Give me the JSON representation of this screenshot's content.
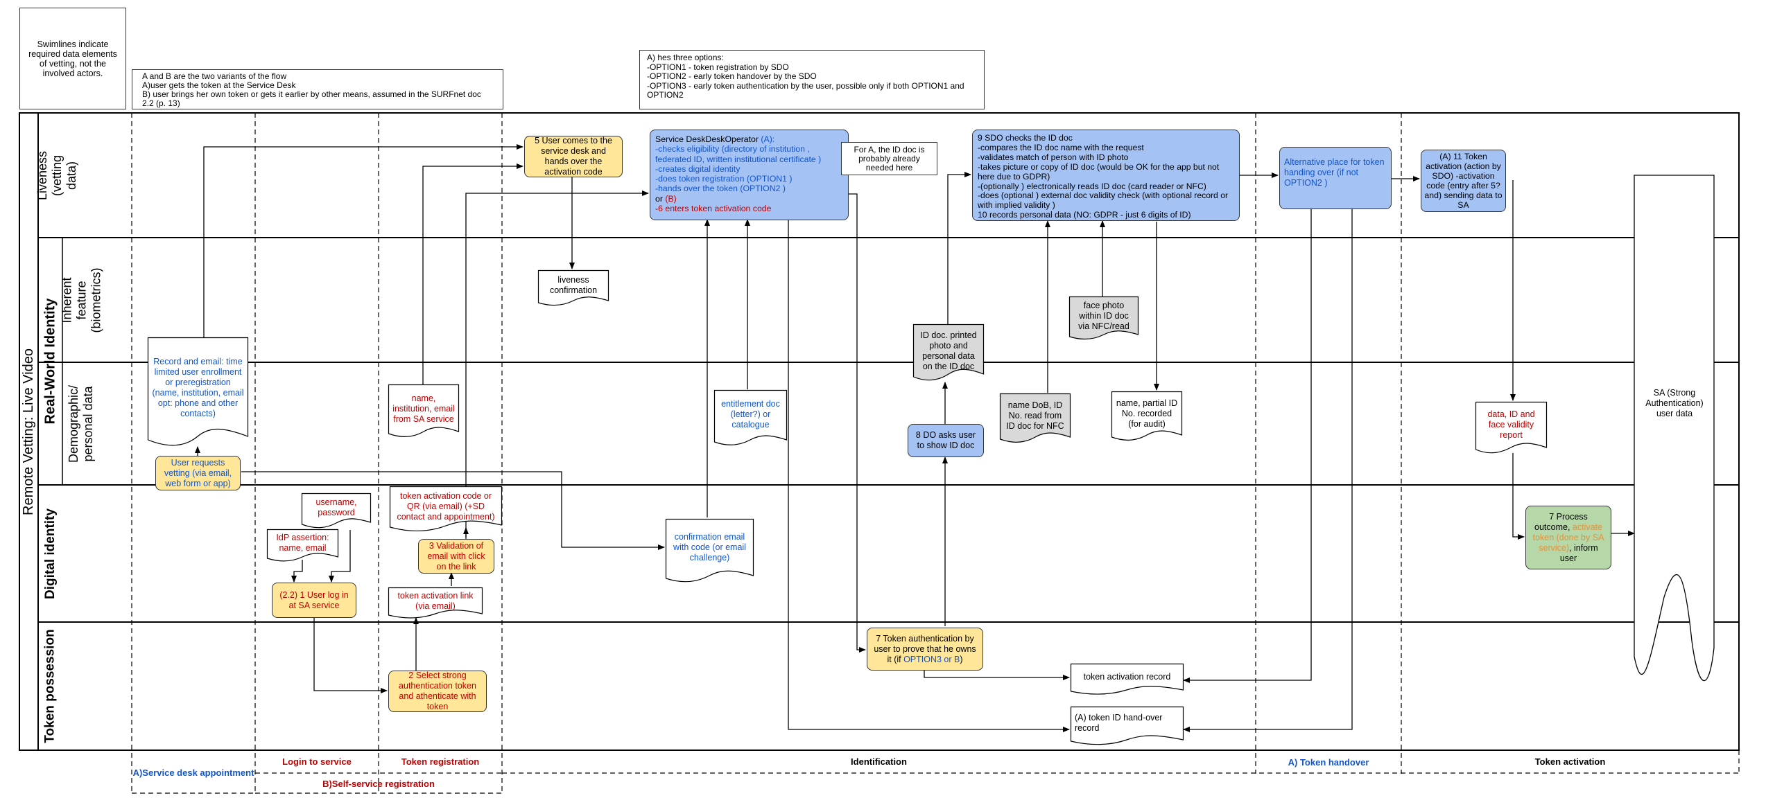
{
  "annotations": {
    "swimlines_note": "Swimlines indicate required data elements of vetting, not the involved actors.",
    "variants_note": "A and B are the two variants of the flow\nA)user gets the token at the Service Desk\nB) user brings her own token or gets it earlier by other means, assumed in the SURFnet doc 2.2 (p. 13)",
    "options_note": "A) hes three options:\n-OPTION1 - token registration by SDO\n-OPTION2 - early token handover by the SDO\n-OPTION3 - early token authentication by the user, possible only if both OPTION1 and OPTION2"
  },
  "pool": {
    "title": "Remote Vetting: Live Video",
    "group_label": "Real-World Identity"
  },
  "lanes": {
    "liveness": "Liveness (vetting data)",
    "inherent": "Inherent feature (biometrics)",
    "demographic": "Demographic/ personal data",
    "digital": "Digital identity",
    "token": "Token possession"
  },
  "phases": {
    "service_desk": "A)Service desk appointment",
    "login": "Login to service",
    "token_registration": "Token registration",
    "identification": "Identification",
    "token_handover": "A) Token handover",
    "token_activation": "Token activation",
    "self_service": "B)Self-service registration"
  },
  "nodes": {
    "user_requests": "User requests vetting (via email, web form or app)",
    "record_email": "Record and email: time limited user enrollment or preregistration (name, institution, email opt: phone and other contacts)",
    "username_password": "username, password",
    "idp_assertion": "IdP assertion: name, email",
    "user_login": "(2.2) 1 User log in at SA service",
    "select_token": "2 Select strong authentication token and athenticate with token",
    "name_inst": "name, institution, email from SA service",
    "token_code": "token activation code or QR (via email) (+SD contact and appointment)",
    "validation": "3 Validation of email with click on the link",
    "token_link": "token activation link (via email)",
    "user_comes": "5 User comes to the service desk and hands over the activation code",
    "liveness_conf": "liveness confirmation",
    "sdo": {
      "line1a": "Service DeskDeskOperator ",
      "line1b": "(A):",
      "l2": "-checks eligibility (directory of institution , federated ID, written institutional certificate )",
      "l3": "-creates digital identity",
      "l4": "-does token registration (OPTION1 )",
      "l5": "-hands over the token (OPTION2 )",
      "l6a": "or ",
      "l6b": "(B)",
      "l7": "-6 enters token activation code"
    },
    "for_a_note": "For A, the ID doc is probably already needed here",
    "confirmation_email": "confirmation email with code (or email challenge)",
    "entitlement": "entitlement doc (letter?) or catalogue",
    "token_auth": {
      "a": "7 Token authentication by user to prove that he owns it (if ",
      "b": "OPTION3 or B",
      "c": ")"
    },
    "do_asks": "8 DO asks user to show ID doc",
    "id_doc_print": "ID doc. printed photo and personal data on the ID doc",
    "name_dob": "name DoB, ID No. read from ID doc for NFC",
    "face_photo": "face photo within ID doc via NFC/read",
    "name_partial": "name, partial ID No. recorded (for audit)",
    "sdo_checks": "9 SDO checks the ID doc\n-compares the ID doc name with the request\n-validates match of person with ID photo\n-takes picture or copy of ID doc (would be OK for the app but not here due to GDPR)\n-(optionally ) electronically reads ID doc (card reader or NFC)\n-does (optional ) external doc validity check (with optional record or with implied validity )\n10 records personal data (NO: GDPR - just 6 digits of ID)",
    "token_act_record": "token activation record",
    "token_handover_record": "(A) token ID hand-over record",
    "alt_place": "Alternative place for token handing over (if not OPTION2 )",
    "token_activation_box": "(A) 11 Token activation (action by SDO) -activation code (entry after 5? and) sending data to SA",
    "data_report": "data, ID and face validity report",
    "process_outcome": {
      "a": "7 Process outcome, ",
      "b": "activate token (done by SA service)",
      "c": ", inform user"
    },
    "sa_userdata": "SA (Strong Authentication) user data"
  },
  "colors": {
    "yellow_process": "#ffe699",
    "blue_process": "#a4c2f4",
    "green_process": "#b6d7a8",
    "gray_document": "#d9d9d9",
    "blue_text": "#1155cc",
    "red_text": "#c00000",
    "orange_text": "#e69138"
  }
}
